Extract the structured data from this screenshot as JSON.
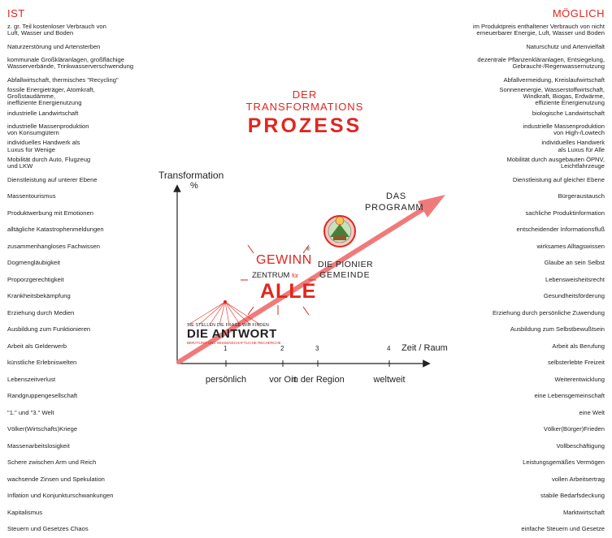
{
  "headers": {
    "left": "IST",
    "right": "MÖGLICH"
  },
  "title": {
    "line1": "DER",
    "line2": "TRANSFORMATIONS",
    "line3": "PROZESS"
  },
  "axis": {
    "y_label": "Transformation",
    "y_unit": "%",
    "x_label": "Zeit / Raum",
    "ticks": [
      {
        "num": "1",
        "label": "persönlich"
      },
      {
        "num": "2",
        "label": "vor Ort"
      },
      {
        "num": "3",
        "label": "in der Region"
      },
      {
        "num": "4",
        "label": "weltweit"
      }
    ]
  },
  "milestones": {
    "antwort": {
      "top": "SIE STELLEN DIE FRAGE WIR FINDEN",
      "main": "DIE ANTWORT",
      "sub": "BERATUNG UND WISSENSCHAFTLICHE RECHERCHE"
    },
    "gewinn": {
      "line1": "GEWINN",
      "line2": "ZENTRUM",
      "line2b": "für",
      "line3": "ALLE",
      "mark": "®"
    },
    "pionier": {
      "line1": "DIE PIONIER",
      "line2": "GEMEINDE"
    },
    "programm": {
      "line1": "DAS",
      "line2": "PROGRAMM"
    }
  },
  "colors": {
    "accent": "#e0261f",
    "arrow": "#f07a7a"
  },
  "ist_items": [
    "z. gr. Teil kostenloser Verbrauch von\nLuft, Wasser und Boden",
    "Naturzerstörung und Artensterben",
    "kommunale Großkläranlagen, großflächige\nWasserverbände, Trinkwasserverschwendung",
    "Abfallwirtschaft, thermisches \"Recycling\"",
    "fossile Energieträger, Atomkraft,\nGroßstaudämme,\nineffiziente Energienutzung",
    "industrielle Landwirtschaft",
    "industrielle Massenproduktion\nvon Konsumgütern",
    "individuelles Handwerk als\nLuxus für Wenige",
    "Mobilität durch Auto, Flugzeug\nund LKW",
    "Dienstleistung auf unterer Ebene",
    "Massentourismus",
    "Produktwerbung mit Emotionen",
    "alltägliche Katastrophenmeldungen",
    "zusammenhangloses Fachwissen",
    "Dogmengläubigkeit",
    "Proporzgerechtigkeit",
    "Krankheitsbekämpfung",
    "Erziehung durch Medien",
    "Ausbildung zum Funktionieren",
    "Arbeit als Gelderwerb",
    "künstliche Erlebniswelten",
    "Lebenszeitverlust",
    "Randgruppengesellschaft",
    "\"1.\" und \"3.\" Welt",
    "Völker(Wirtschafts)Kriege",
    "Massenarbeitslosigkeit",
    "Schere zwischen Arm und Reich",
    "wachsende Zinsen und Spekulation",
    "Inflation und Konjunkturschwankungen",
    "Kapitalismus",
    "Steuern und Gesetzes Chaos"
  ],
  "moeglich_items": [
    "im Produktpreis enthaltener Verbrauch von nicht\nerneuerbarer Energie, Luft, Wasser und Boden",
    "Naturschutz und Artenvielfalt",
    "dezentrale Pflanzenkläranlagen, Entsiegelung,\nGebraucht-/Regenwassernutzung",
    "Abfallvermeidung, Kreislaufwirtschaft",
    "Sonnenenergie, Wasserstoffwirtschaft,\nWindkraft, Biogas, Erdwärme,\neffiziente Energienutzung",
    "biologische Landwirtschaft",
    "industrielle Massenproduktion\nvon High-/Lowtech",
    "individuelles Handwerk\nals Luxus für Alle",
    "Mobilität durch ausgebauten ÖPNV,\nLeichtfahrzeuge",
    "Dienstleistung auf gleicher Ebene",
    "Bürgeraustausch",
    "sachliche Produktinformation",
    "entscheidender Informationsfluß",
    "wirksames Alltagswissen",
    "Glaube an sein Selbst",
    "Lebensweisheitsrecht",
    "Gesundheitsförderung",
    "Erziehung durch persönliche Zuwendung",
    "Ausbildung zum Selbstbewußtsein",
    "Arbeit als Berufung",
    "selbsterlebte Freizeit",
    "Weiterentwicklung",
    "eine Lebensgemeinschaft",
    "eine Welt",
    "Völker(Bürger)Frieden",
    "Vollbeschäftigung",
    "Leistungsgemäßes Vermögen",
    "vollen Arbeitsertrag",
    "stabile Bedarfsdeckung",
    "Marktwirtschaft",
    "einfache Steuern und Gesetze"
  ]
}
